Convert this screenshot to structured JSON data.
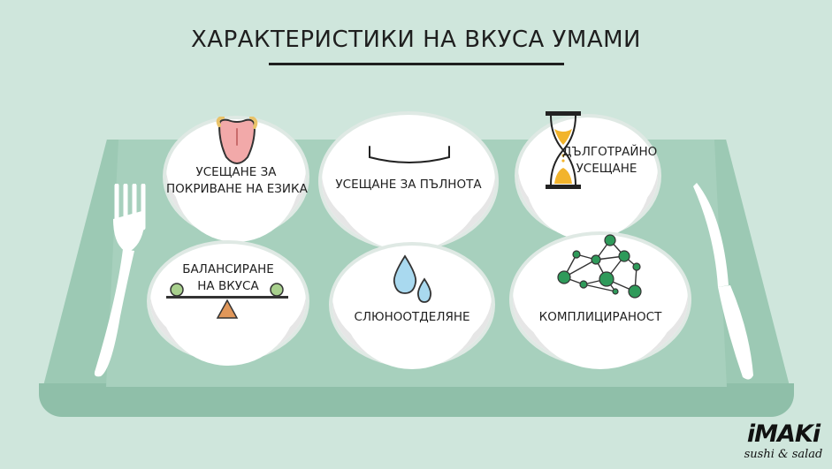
{
  "title": "ХАРАКТЕРИСТИКИ НА ВКУСА УМАМИ",
  "bowls": [
    {
      "label_lines": [
        "УСЕЩАНЕ ЗА",
        "ПОКРИВАНЕ НА ЕЗИКА"
      ],
      "icon": "tongue-icon"
    },
    {
      "label_lines": [
        "УСЕЩАНЕ ЗА ПЪЛНОТА"
      ],
      "icon": "fullness-curve-icon"
    },
    {
      "label_lines": [
        "ДЪЛГОТРАЙНО",
        "УСЕЩАНЕ"
      ],
      "icon": "hourglass-icon"
    },
    {
      "label_lines": [
        "БАЛАНСИРАНЕ",
        "НА ВКУСА"
      ],
      "icon": "balance-scale-icon"
    },
    {
      "label_lines": [
        "СЛЮНООТДЕЛЯНЕ"
      ],
      "icon": "water-drops-icon"
    },
    {
      "label_lines": [
        "КОМПЛИЦИРАНОСТ"
      ],
      "icon": "network-icon"
    }
  ],
  "logo": {
    "top": "iMAKi",
    "bottom": "sushi & salad"
  },
  "colors": {
    "background": "#cfe6dc",
    "tray": "#9cc9b4",
    "bowl": "#ffffff",
    "tongue": "#f2a9a9",
    "hourglass_sand": "#f2b42c",
    "scale_triangle": "#e0975a",
    "scale_balls": "#a8d08d",
    "drops": "#a9d9ef",
    "network": "#2f9a5a"
  }
}
